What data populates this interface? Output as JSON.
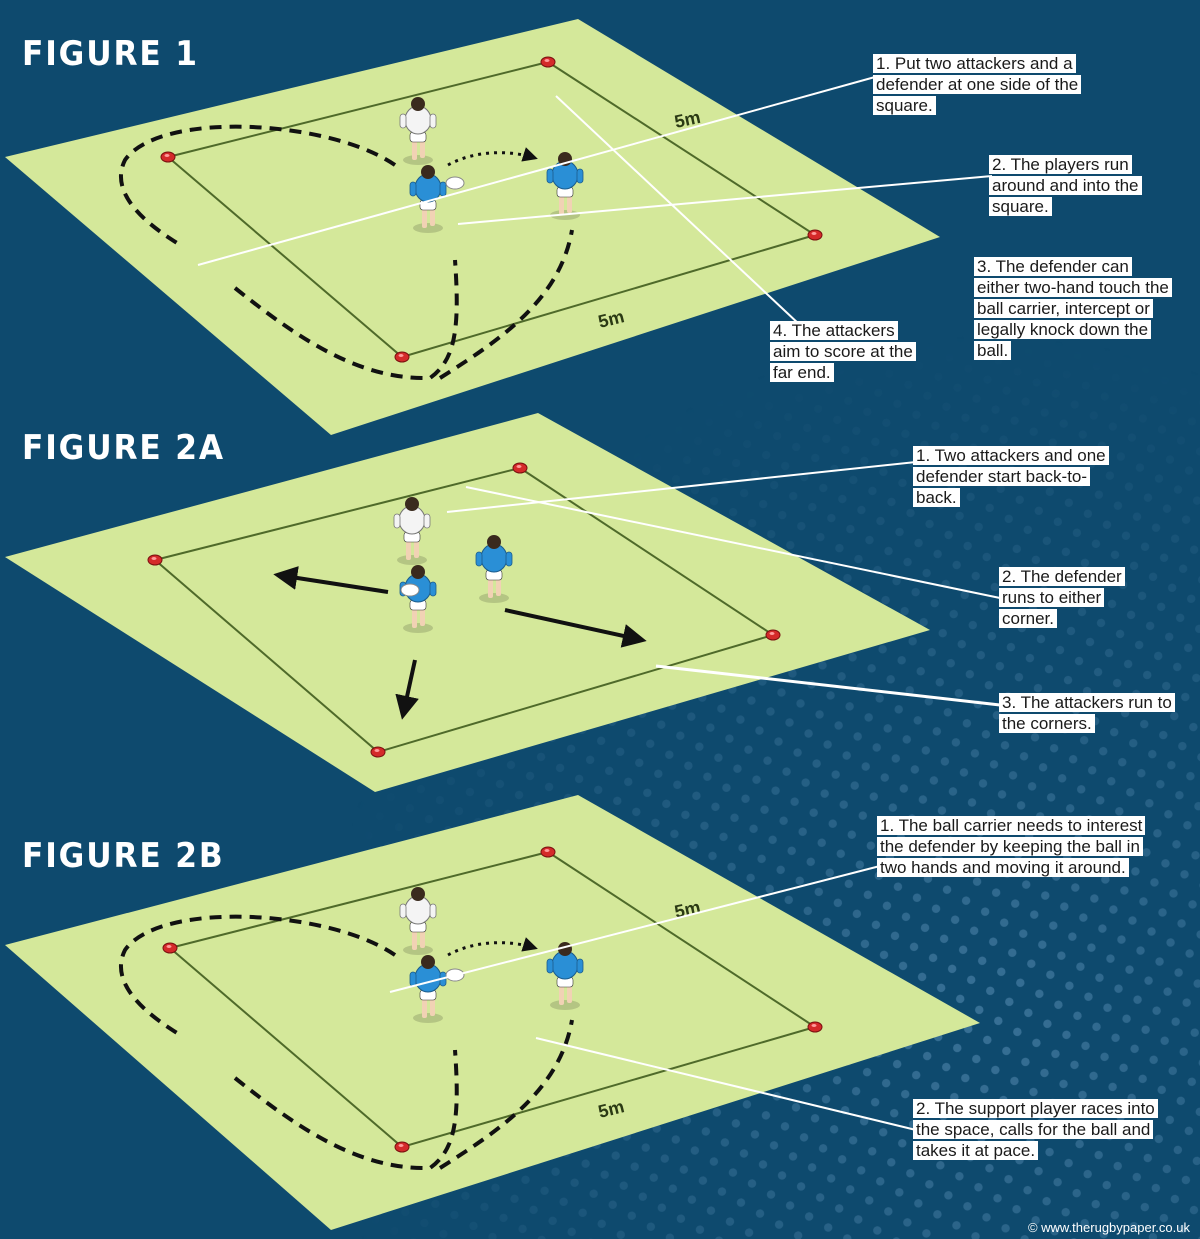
{
  "colors": {
    "background": "#0e4a6e",
    "field": "#d4e89a",
    "field_line": "#4f6a2a",
    "attacker_shirt": "#2a8fd6",
    "defender_shirt": "#f4f4f4",
    "cone": "#d42a2a",
    "callout_bg": "#ffffff"
  },
  "figures": [
    {
      "id": "figure-1",
      "title": "FIGURE 1",
      "distance_labels": [
        "5m",
        "5m"
      ],
      "callouts": [
        {
          "text": "1. Put two attackers and a defender at one side of the square."
        },
        {
          "text": "2. The players run around and into the square."
        },
        {
          "text": "3. The defender can either two-hand touch the ball carrier, intercept or legally knock down the ball."
        },
        {
          "text": "4. The attackers aim to score at the far end."
        }
      ]
    },
    {
      "id": "figure-2a",
      "title": "FIGURE 2A",
      "distance_labels": [],
      "callouts": [
        {
          "text": "1. Two attackers and one defender start back-to-back."
        },
        {
          "text": "2. The defender runs to either corner."
        },
        {
          "text": "3. The attackers run to the corners."
        }
      ]
    },
    {
      "id": "figure-2b",
      "title": "FIGURE 2B",
      "distance_labels": [
        "5m",
        "5m"
      ],
      "callouts": [
        {
          "text": "1. The ball carrier needs to interest the defender by keeping the ball in two hands and moving it around."
        },
        {
          "text": "2. The support player races into the space, calls for the ball and takes it at pace."
        }
      ]
    }
  ],
  "credit": "© www.therugbypaper.co.uk"
}
